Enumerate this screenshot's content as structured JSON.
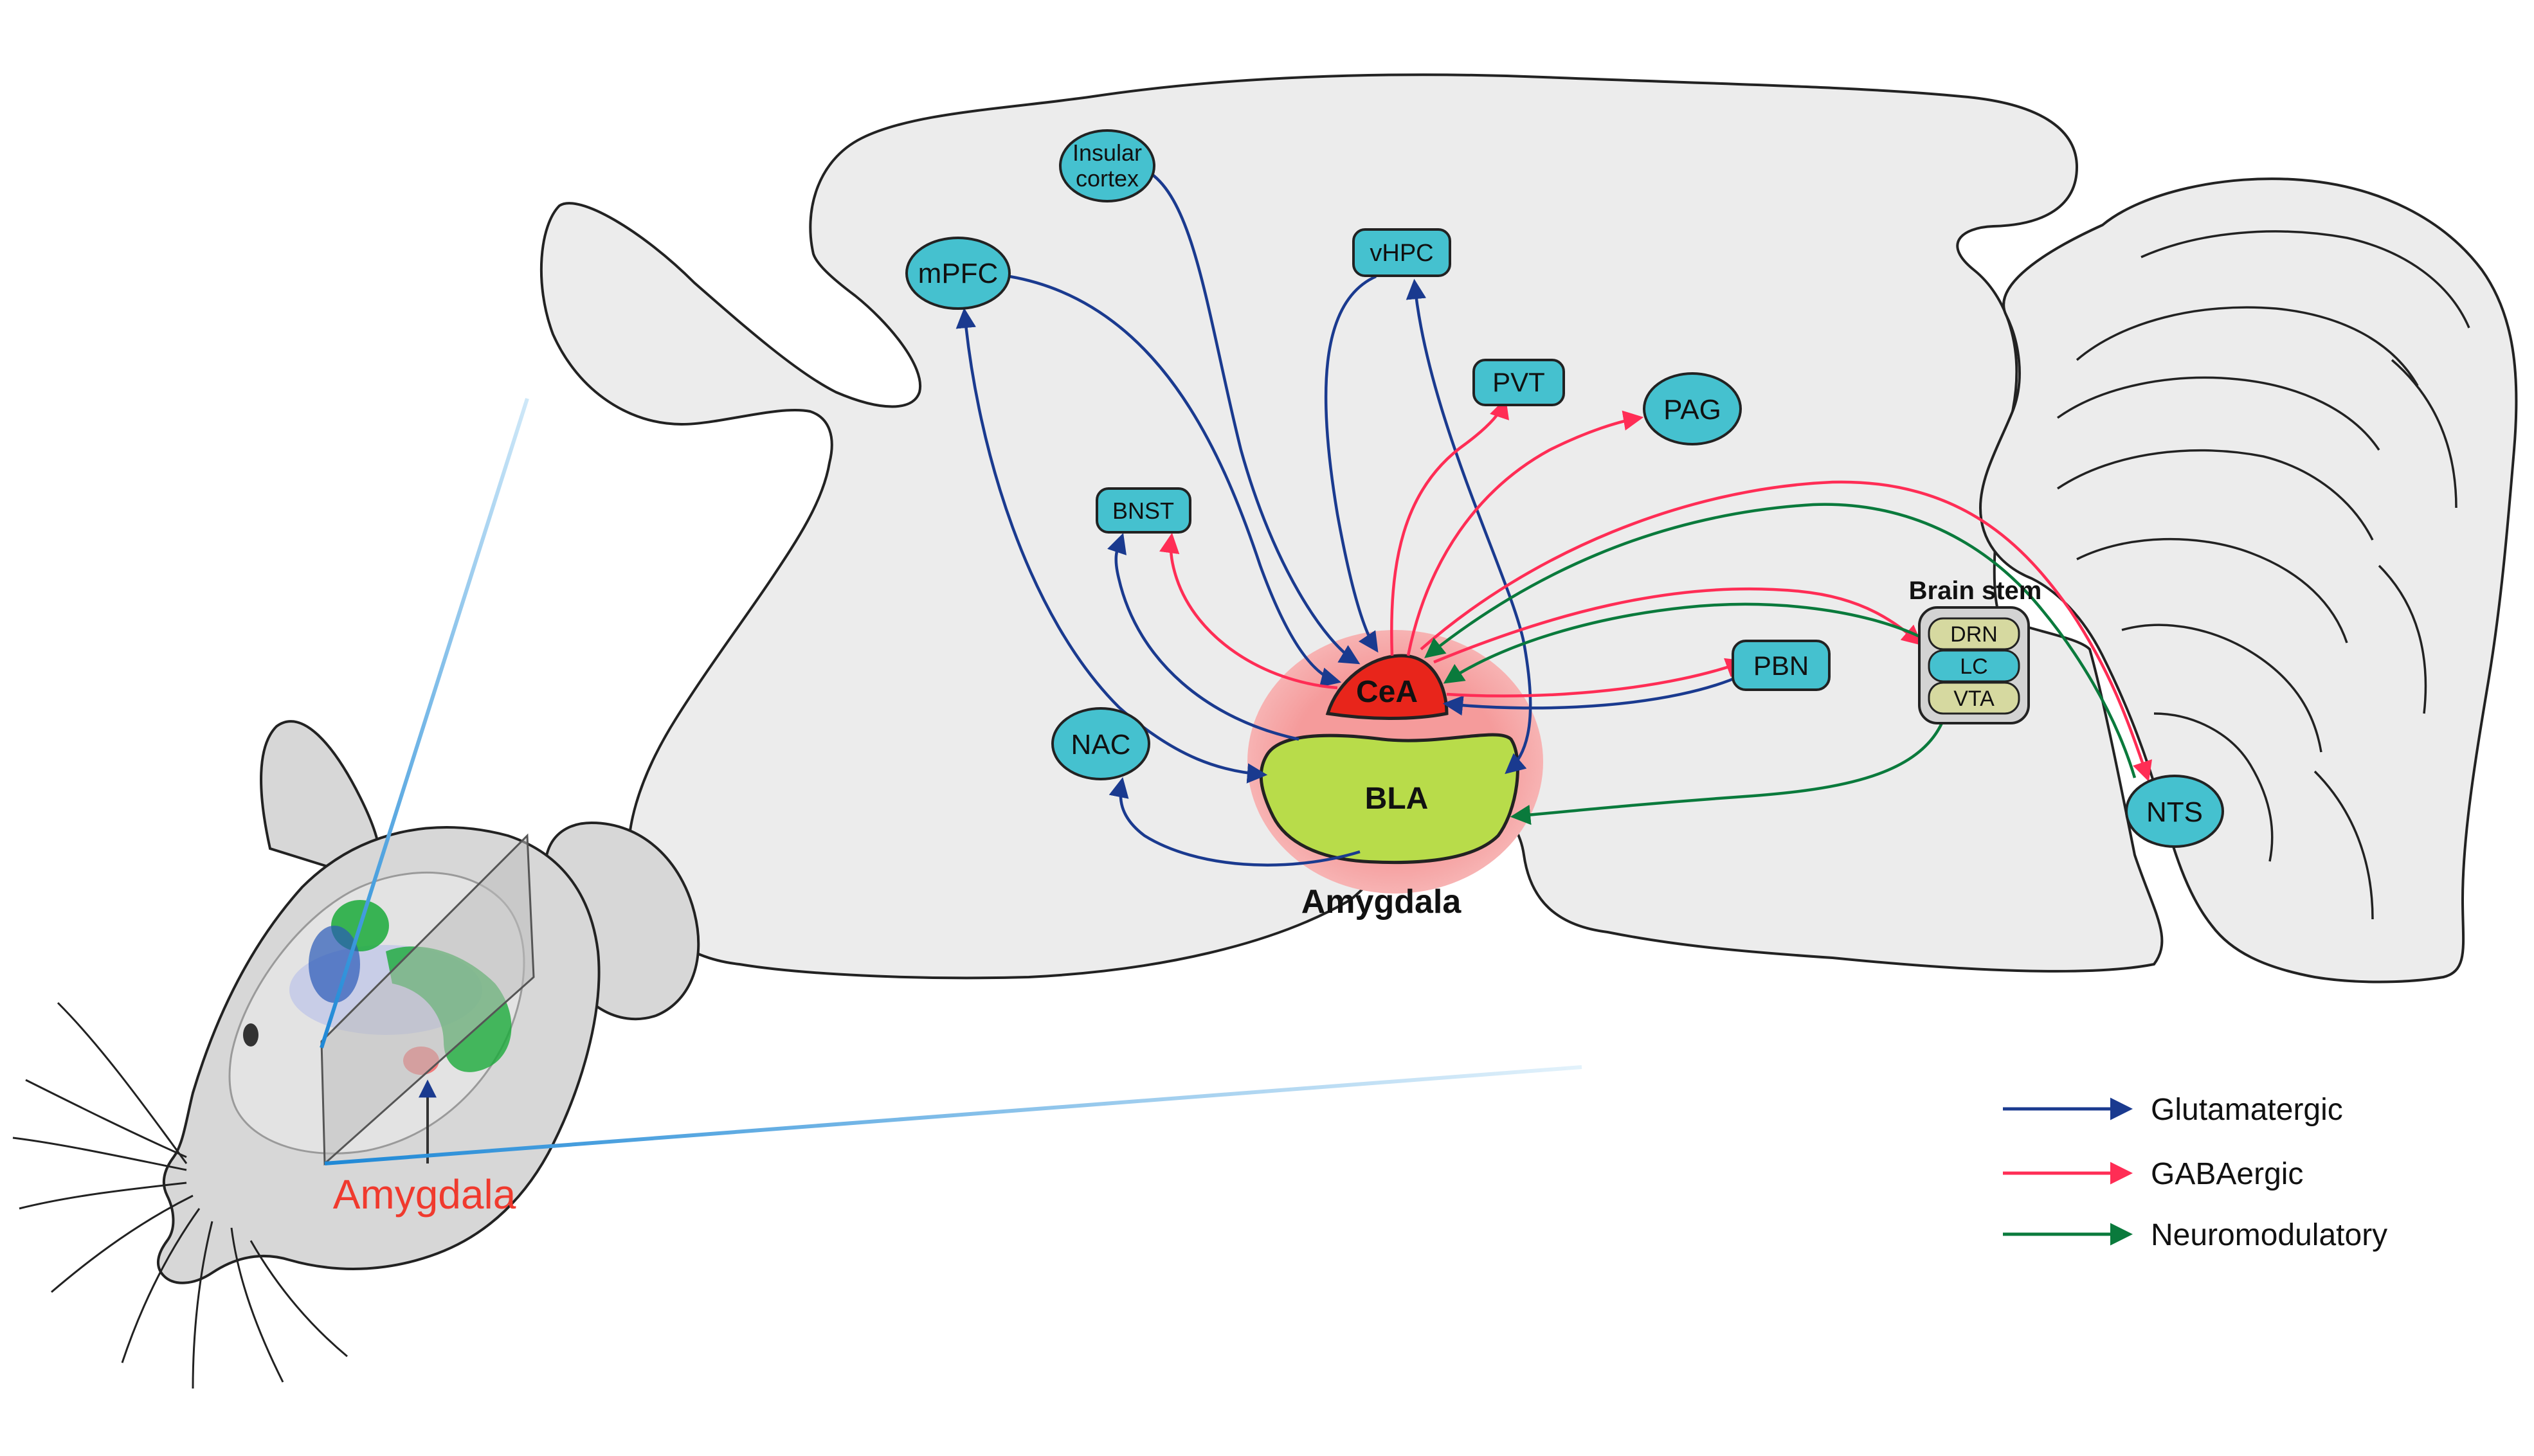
{
  "regions": {
    "insular_cortex_line1": "Insular",
    "insular_cortex_line2": "cortex",
    "mpfc": "mPFC",
    "vhpc": "vHPC",
    "pvt": "PVT",
    "pag": "PAG",
    "bnst": "BNST",
    "nac": "NAC",
    "pbn": "PBN",
    "nts": "NTS",
    "cea": "CeA",
    "bla": "BLA",
    "amygdala_label": "Amygdala"
  },
  "brain_stem": {
    "title": "Brain stem",
    "nuclei": [
      "DRN",
      "LC",
      "VTA"
    ]
  },
  "mouse": {
    "amygdala_label": "Amygdala"
  },
  "legend": {
    "items": [
      {
        "label": "Glutamatergic",
        "color": "#1a3a8f"
      },
      {
        "label": "GABAergic",
        "color": "#ff2d55"
      },
      {
        "label": "Neuromodulatory",
        "color": "#0a7a3c"
      }
    ]
  },
  "colors": {
    "glutamatergic": "#1a3a8f",
    "gabaergic": "#ff2d55",
    "neuromodulatory": "#0a7a3c",
    "region_fill": "#45c1cf",
    "cea_fill": "#e8251b",
    "bla_fill": "#b8dc4a",
    "amygdala_glow": "#f7a0a0",
    "brain_fill": "#ececec",
    "brainstem_fill": "#d6d9a0"
  }
}
